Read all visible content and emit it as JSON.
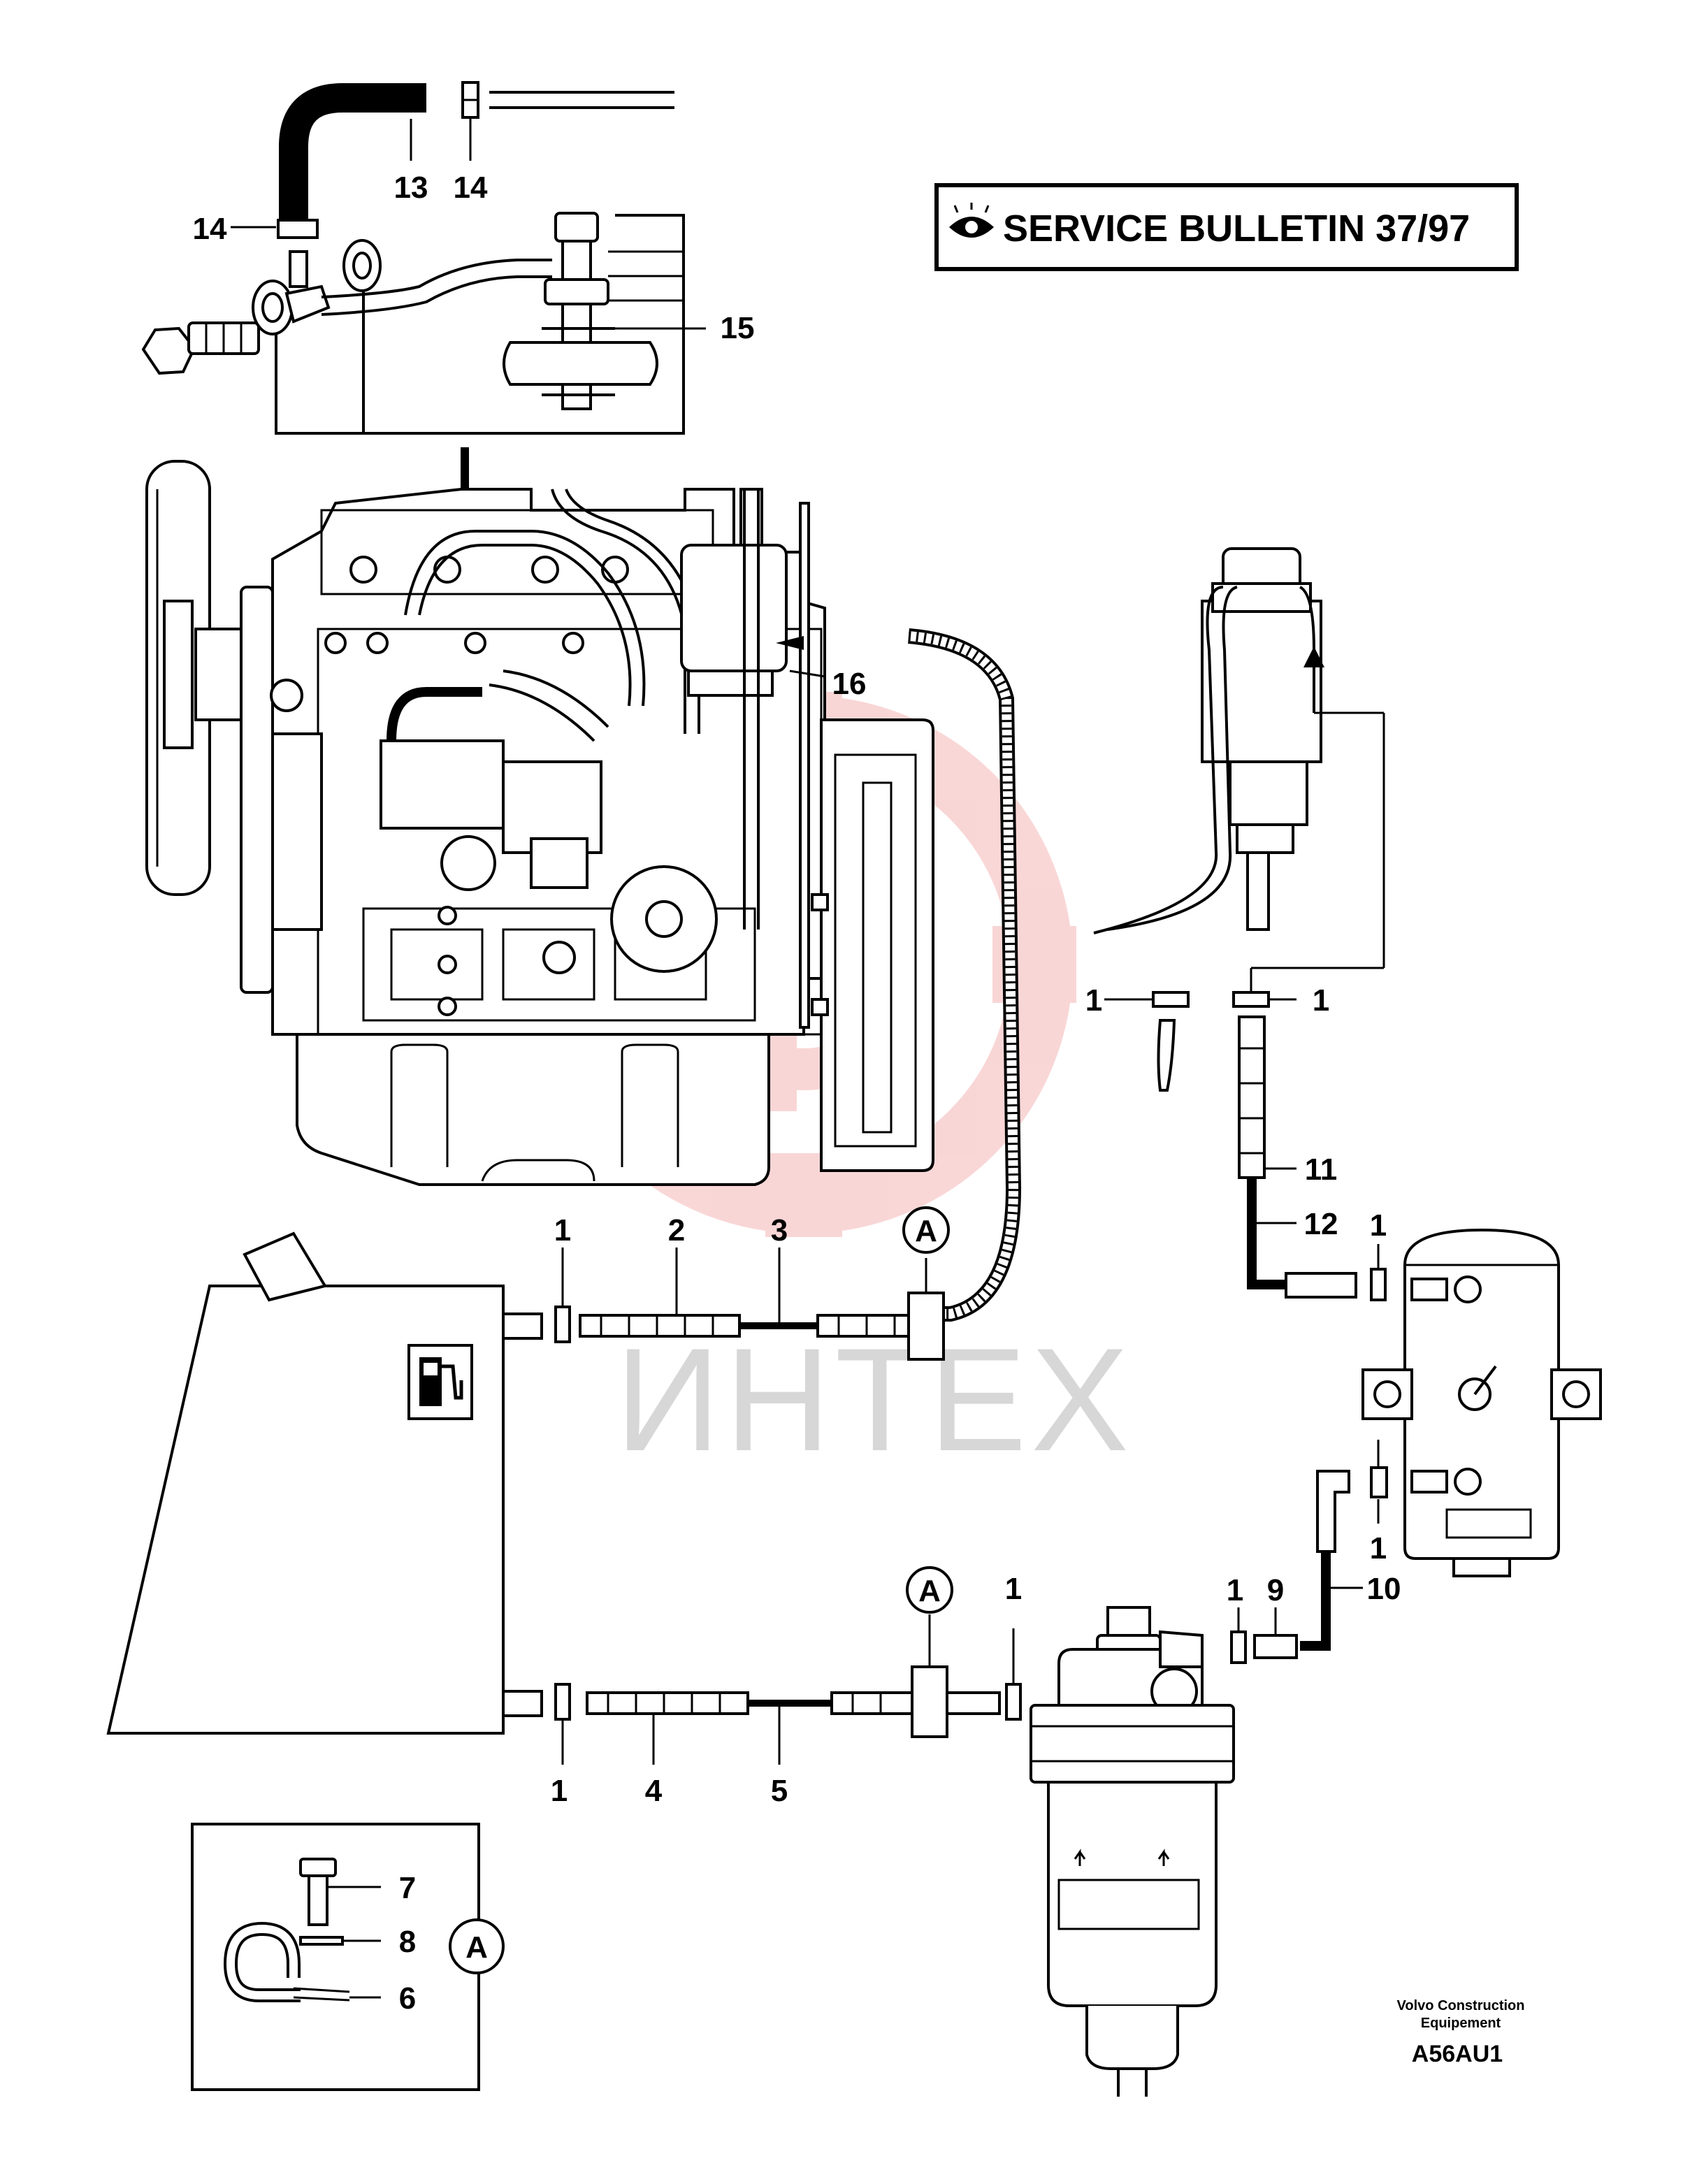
{
  "bulletin": {
    "icon": "eye-icon",
    "text": "SERVICE BULLETIN 37/97"
  },
  "watermark": {
    "text": "ИНТЕХ",
    "logo": "gear-logo"
  },
  "footer": {
    "company_line1": "Volvo Construction",
    "company_line2": "Equipement",
    "code": "A56AU1"
  },
  "icons": {
    "fuel_pump": "fuel-pump-icon"
  },
  "callouts": {
    "c13": "13",
    "c14a": "14",
    "c14b": "14",
    "c15": "15",
    "c16": "16",
    "c1_left_mid": "1",
    "c1_right_mid": "1",
    "c11": "11",
    "c12": "12",
    "c1_upper_filter": "1",
    "c1_top_line": "1",
    "c2": "2",
    "c3": "3",
    "cA_top": "A",
    "c1_lower_right": "1",
    "c1_pre9": "1",
    "c9": "9",
    "c10": "10",
    "cA_bottom": "A",
    "c1_before_filter": "1",
    "c1_bottom_left": "1",
    "c4": "4",
    "c5": "5",
    "c7": "7",
    "c8": "8",
    "c6": "6",
    "cA_box": "A"
  },
  "colors": {
    "line": "#000000",
    "watermark_red": "#e8484a",
    "watermark_gray": "#d7d7d7"
  }
}
